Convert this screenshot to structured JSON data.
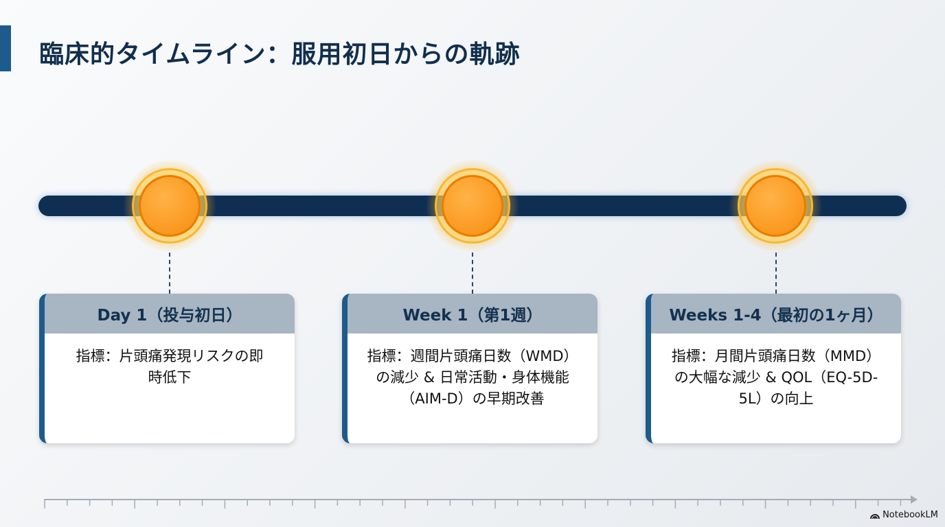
{
  "title": "臨床的タイムライン：服用初日からの軌跡",
  "milestones": [
    {
      "label": "Day 1（投与初日）",
      "text": "指標：片頭痛発現リスクの即時低下"
    },
    {
      "label": "Week 1（第1週）",
      "text": "指標：週間片頭痛日数（WMD）の減少 & 日常活動・身体機能（AIM-D）の早期改善"
    },
    {
      "label": "Weeks 1-4（最初の1ヶ月）",
      "text": "指標：月間片頭痛日数（MMD）の大幅な減少 & QOL（EQ-5D-5L）の向上"
    }
  ],
  "brand": "NotebookLM",
  "colors": {
    "accent": "#1d5b8c",
    "bar": "#0f2f52",
    "node": "#f98d0e"
  }
}
